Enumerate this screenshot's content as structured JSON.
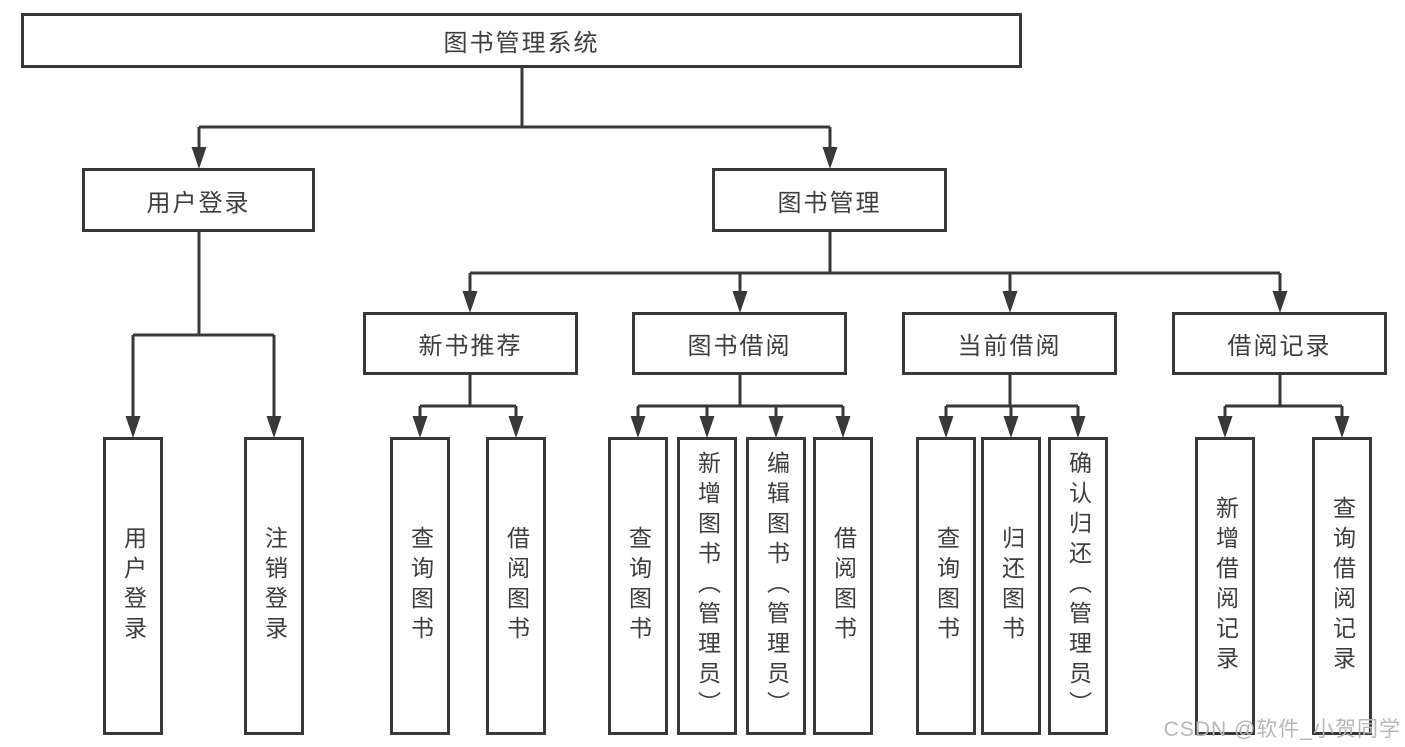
{
  "root": {
    "label": "图书管理系统"
  },
  "level2": [
    {
      "label": "用户登录"
    },
    {
      "label": "图书管理"
    }
  ],
  "level3": [
    {
      "label": "新书推荐"
    },
    {
      "label": "图书借阅"
    },
    {
      "label": "当前借阅"
    },
    {
      "label": "借阅记录"
    }
  ],
  "leaves": [
    {
      "label": "用户登录"
    },
    {
      "label": "注销登录"
    },
    {
      "label": "查询图书"
    },
    {
      "label": "借阅图书"
    },
    {
      "label": "查询图书"
    },
    {
      "label": "新增图书（管理员）"
    },
    {
      "label": "编辑图书（管理员）"
    },
    {
      "label": "借阅图书"
    },
    {
      "label": "查询图书"
    },
    {
      "label": "归还图书"
    },
    {
      "label": "确认归还（管理员）"
    },
    {
      "label": "新增借阅记录"
    },
    {
      "label": "查询借阅记录"
    }
  ],
  "watermark": "CSDN @软件_小贺同学",
  "colors": {
    "line": "#383838",
    "text": "#3d3d3d",
    "watermark": "#b7b7b7",
    "background": "#ffffff"
  }
}
